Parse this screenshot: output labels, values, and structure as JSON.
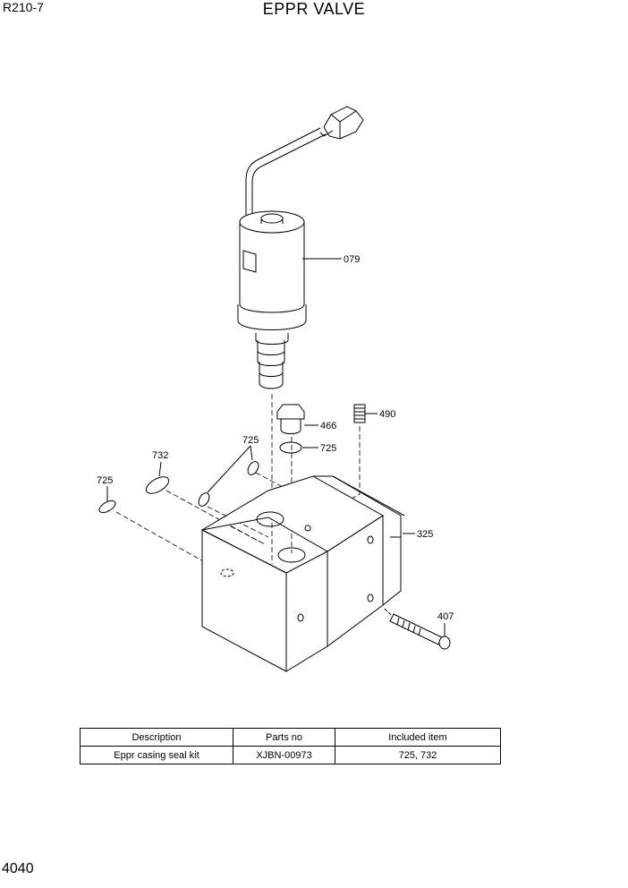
{
  "header": {
    "model": "R210-7",
    "title": "EPPR VALVE"
  },
  "callouts": {
    "p079": "079",
    "p490": "490",
    "p466": "466",
    "p725_a": "725",
    "p725_b": "725",
    "p725_c": "725",
    "p732": "732",
    "p325": "325",
    "p407": "407"
  },
  "parts_table": {
    "headers": [
      "Description",
      "Parts no",
      "Included item"
    ],
    "rows": [
      [
        "Eppr casing seal kit",
        "XJBN-00973",
        "725, 732"
      ]
    ]
  },
  "footer": {
    "page_number": "4040"
  }
}
